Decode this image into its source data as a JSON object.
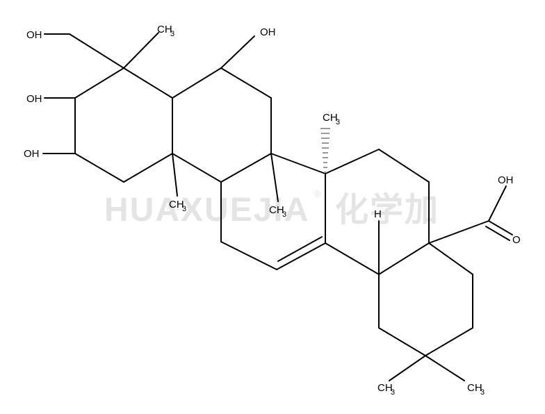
{
  "watermark": {
    "text": "HUAXUEJIA",
    "registered": "®",
    "cjk": "化学加"
  },
  "labels": {
    "oh_top_left": "OH",
    "ch3_top": "CH",
    "ch3_top_sub": "3",
    "oh_top_mid": "OH",
    "oh_left_upper": "OH",
    "oh_left_lower": "OH",
    "ch3_mid_right": "CH",
    "ch3_mid_right_sub": "3",
    "ch3_left_lower": "CH",
    "ch3_left_lower_sub": "3",
    "ch3_center": "CH",
    "ch3_center_sub": "3",
    "oh_acid": "OH",
    "o_acid": "O",
    "h_stereo": "H",
    "ch3_bottom_left": "CH",
    "ch3_bottom_left_sub": "3",
    "ch3_bottom_right": "CH",
    "ch3_bottom_right_sub": "3"
  }
}
